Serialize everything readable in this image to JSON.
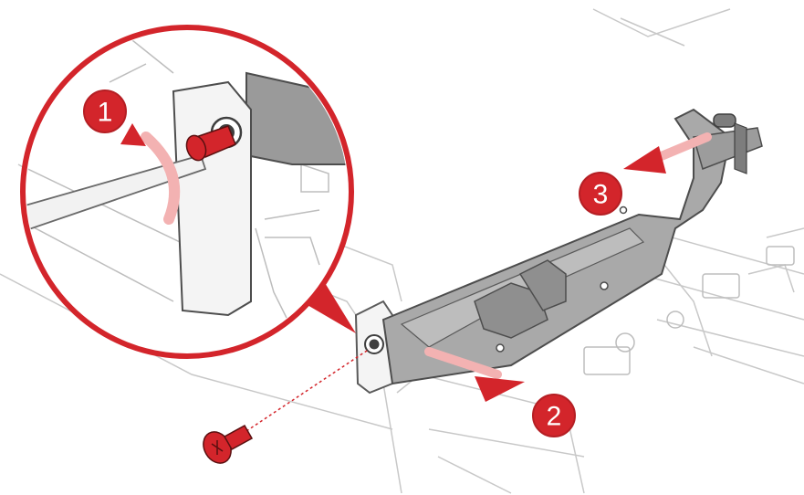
{
  "diagram": {
    "steps": [
      {
        "label": "1",
        "action": "unscrew"
      },
      {
        "label": "2",
        "action": "slide-out"
      },
      {
        "label": "3",
        "action": "pull-handle"
      }
    ],
    "colors": {
      "accent": "#d3252b",
      "accent_dark": "#b51f24",
      "line": "#5a5a5a",
      "metal": "#a9a9a9",
      "metal_dark": "#8a8a8a",
      "outline_light": "#bdbdbd",
      "arrow_light": "#f3b2b2"
    }
  }
}
